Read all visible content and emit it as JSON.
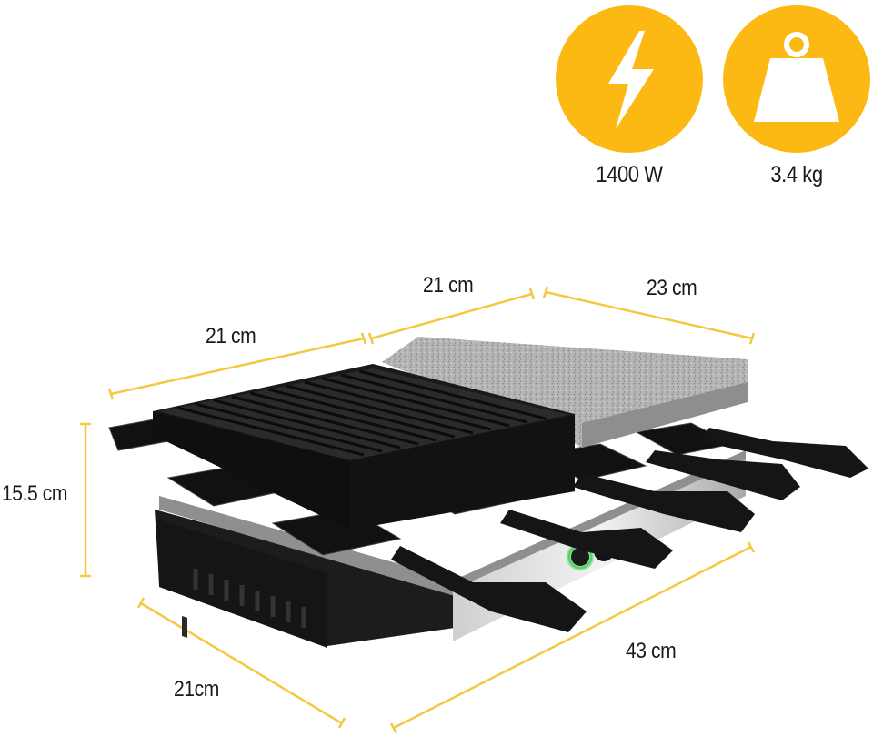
{
  "badges": [
    {
      "icon": "lightning-bolt-icon",
      "label": "1400 W"
    },
    {
      "icon": "weight-icon",
      "label": "3.4 kg"
    }
  ],
  "dimensions": {
    "top_left_width": "21 cm",
    "top_middle_width": "21 cm",
    "top_right_depth": "23 cm",
    "height": "15.5 cm",
    "bottom_length": "43 cm",
    "bottom_depth": "21cm"
  },
  "colors": {
    "badge": "#FDB913",
    "dimension_line": "#F5C842",
    "appliance_body": "#1c1c1c",
    "stone": "#a9a9a9",
    "indicator": "#2ecc40"
  }
}
